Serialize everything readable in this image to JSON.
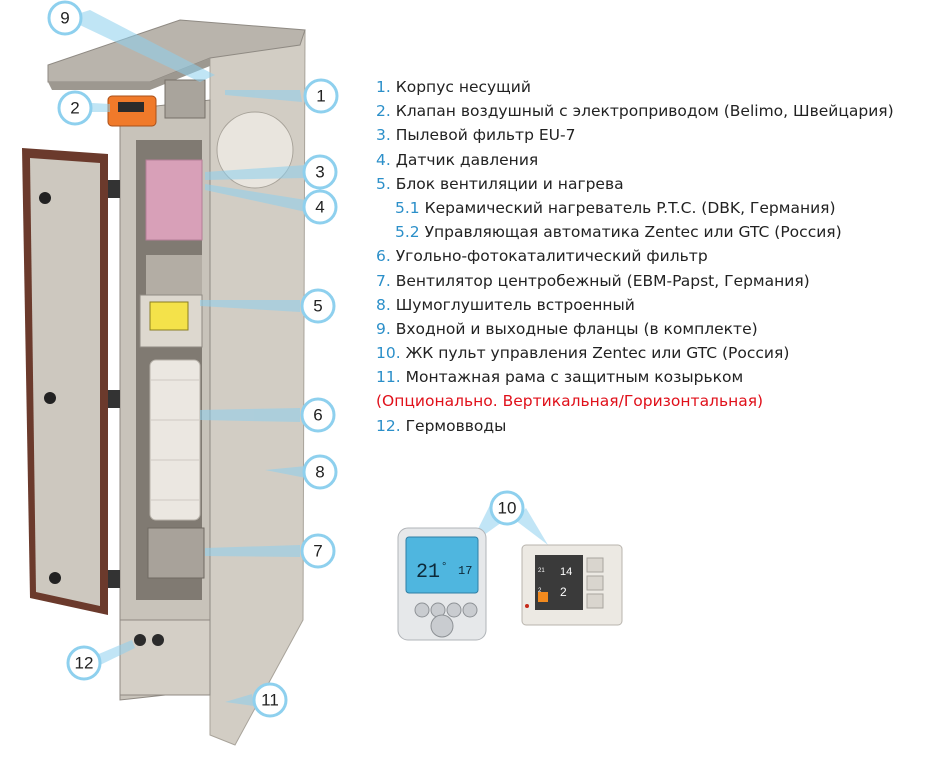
{
  "legend": [
    {
      "num": "1.",
      "text": "Корпус несущий"
    },
    {
      "num": "2.",
      "text": "Клапан воздушный с электроприводом (Belimo, Швейцария)"
    },
    {
      "num": "3.",
      "text": "Пылевой фильтр EU-7"
    },
    {
      "num": "4.",
      "text": "Датчик давления"
    },
    {
      "num": "5.",
      "text": "Блок вентиляции и нагрева"
    },
    {
      "num": "5.1",
      "text": "Керамический нагреватель P.T.C.  (DBK, Германия)"
    },
    {
      "num": "5.2",
      "text": "Управляющая автоматика Zentec или GTC (Россия)"
    },
    {
      "num": "6.",
      "text": "Угольно-фотокаталитический фильтр"
    },
    {
      "num": "7.",
      "text": "Вентилятор центробежный (EBM-Papst, Германия)"
    },
    {
      "num": "8.",
      "text": "Шумоглушитель встроенный"
    },
    {
      "num": "9.",
      "text": "Входной и выходные фланцы (в комплекте)"
    },
    {
      "num": "10.",
      "text": "ЖК пульт управления Zentec или GTC (Россия)"
    },
    {
      "num": "11.",
      "text": "Монтажная рама с защитным козырьком"
    },
    {
      "note": "(Опционально. Вертикальная/Горизонтальная)"
    },
    {
      "num": "12.",
      "text": "Гермовводы"
    }
  ],
  "callouts": [
    "1",
    "2",
    "3",
    "4",
    "5",
    "6",
    "7",
    "8",
    "9",
    "10",
    "11",
    "12"
  ],
  "remote1": {
    "temp_main": "21",
    "temp_unit": "°",
    "temp_sub": "17"
  },
  "remote2": {
    "val_a": "14",
    "val_b": "2",
    "val_c": "21",
    "val_d": "2"
  },
  "colors": {
    "number": "#2b8fc9",
    "note": "#e0101a",
    "callout_border": "#8ed0ee",
    "body": "#cfcac1",
    "door": "#6b3a2c",
    "filter": "#d8a0b8"
  }
}
